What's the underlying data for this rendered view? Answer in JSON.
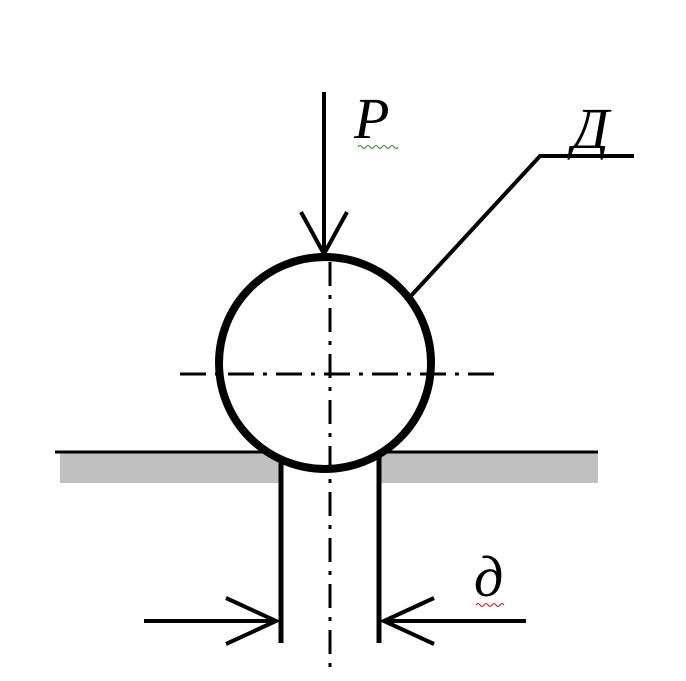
{
  "diagram": {
    "labels": {
      "force": "P",
      "diameter": "Д",
      "gap": "д"
    },
    "colors": {
      "line": "#000000",
      "surface_fill": "#c0c0c0",
      "background": "#ffffff",
      "spell_check_underline_green": "#3a9a3a",
      "spell_check_underline_red": "#d03030"
    }
  }
}
